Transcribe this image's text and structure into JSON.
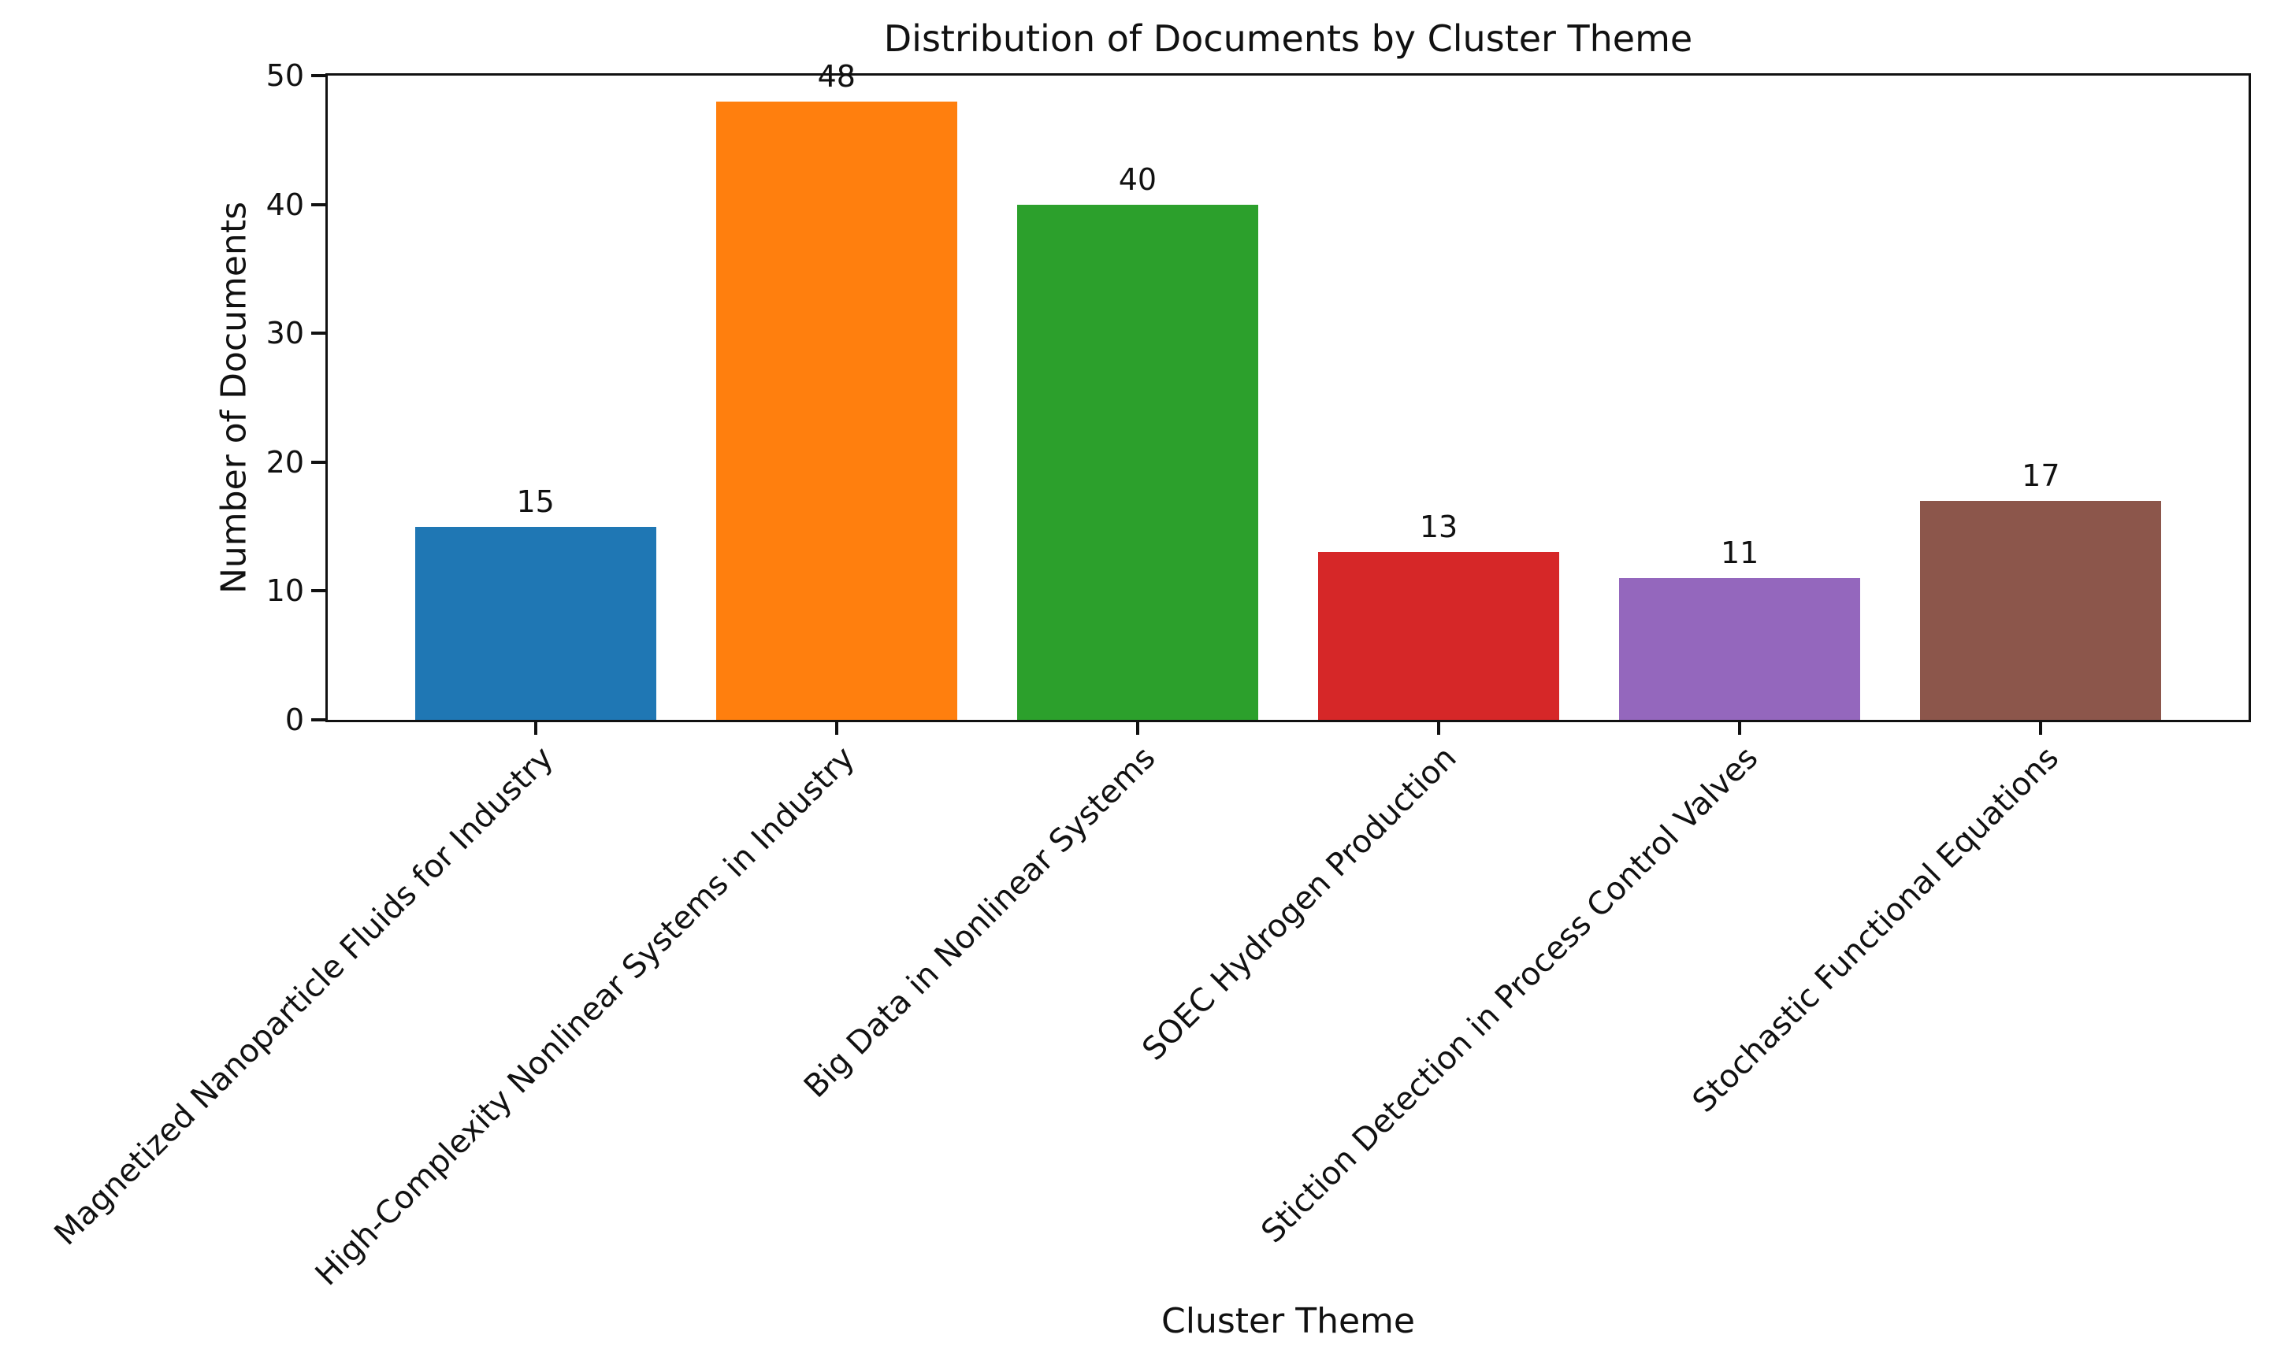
{
  "chart_data": {
    "type": "bar",
    "title": "Distribution of Documents by Cluster Theme",
    "xlabel": "Cluster Theme",
    "ylabel": "Number of Documents",
    "categories": [
      "Magnetized Nanoparticle Fluids for Industry",
      "High-Complexity Nonlinear Systems in Industry",
      "Big Data in Nonlinear Systems",
      "SOEC Hydrogen Production",
      "Stiction Detection in Process Control Valves",
      "Stochastic Functional Equations"
    ],
    "values": [
      15,
      48,
      40,
      13,
      11,
      17
    ],
    "value_labels": [
      "15",
      "48",
      "40",
      "13",
      "11",
      "17"
    ],
    "bar_colors": [
      "#1f77b4",
      "#ff7f0e",
      "#2ca02c",
      "#d62728",
      "#9467bd",
      "#8c564b"
    ],
    "yticks": [
      0,
      10,
      20,
      30,
      40,
      50
    ],
    "ylim": [
      0,
      50
    ],
    "grid": false,
    "legend": null,
    "background_color": "#ffffff",
    "text_color": "#111111",
    "xtick_rotation_degrees": 45
  }
}
